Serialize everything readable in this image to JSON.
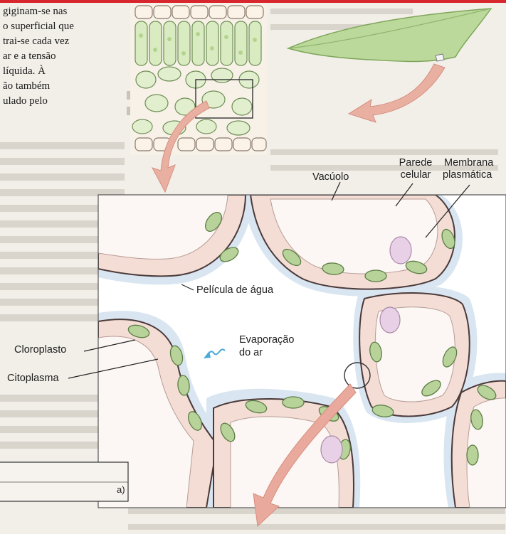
{
  "side_text": {
    "lines": [
      "giginam-se nas",
      "o superficial que",
      "trai-se cada vez",
      "ar e a tensão",
      "líquida. À",
      "ão também",
      "ulado pelo"
    ]
  },
  "bottom_left_box": {
    "text": "a)"
  },
  "labels": {
    "vacuolo": "Vacúolo",
    "parede_celular_1": "Parede",
    "parede_celular_2": "celular",
    "membrana_1": "Membrana",
    "membrana_2": "plasmática",
    "pelicula": "Película de água",
    "evaporacao_1": "Evaporação",
    "evaporacao_2": "do ar",
    "cloroplasto": "Cloroplasto",
    "citoplasma": "Citoplasma"
  },
  "colors": {
    "accent_red": "#d8262e",
    "cell_wall": "#4b3a3a",
    "cytoplasm": "#f1d6cf",
    "chloroplast": "#a9c98a",
    "nucleus": "#e6cfe0",
    "water_film": "#d5e4ef",
    "arrow": "#e9a99c",
    "leaf": "#b8d898"
  }
}
